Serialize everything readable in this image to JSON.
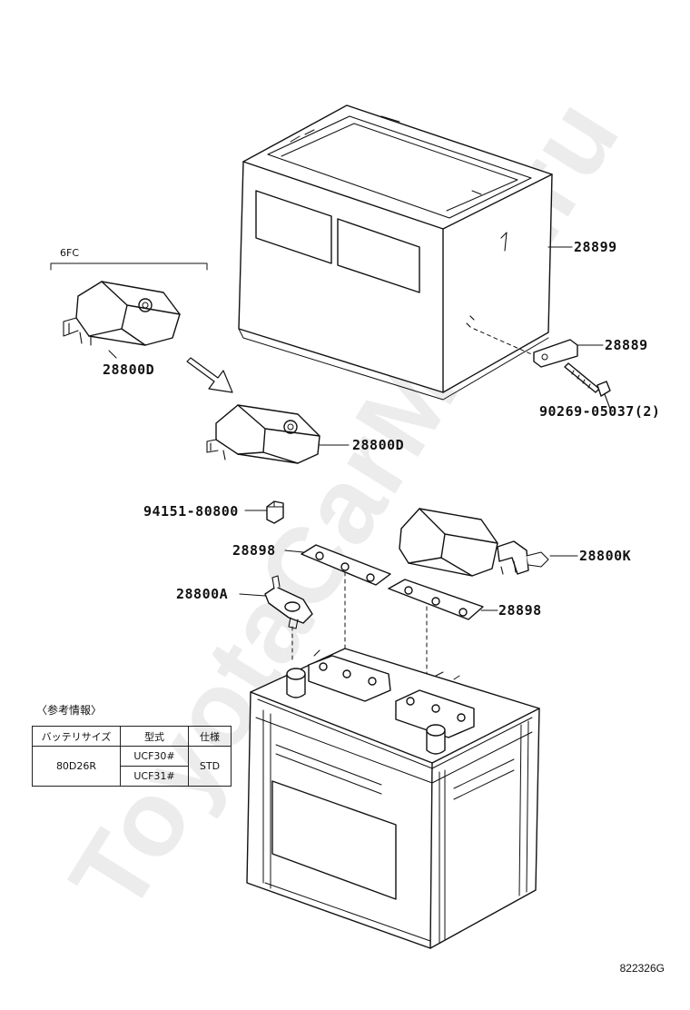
{
  "watermark": "ToyotaCarMine.ru",
  "labels": {
    "variant": "6FC",
    "box": "28899",
    "bracket": "28889",
    "bolt": "90269-05037(2)",
    "cover_d_top": "28800D",
    "cover_d_mid": "28800D",
    "nut": "94151-80800",
    "plate_left": "28898",
    "plate_right": "28898",
    "terminal": "28800A",
    "cover_k": "28800K"
  },
  "reference": {
    "title": "〈参考情報〉",
    "headers": [
      "バッテリサイズ",
      "型式",
      "仕様"
    ],
    "battery_size": "80D26R",
    "models": [
      "UCF30#",
      "UCF31#"
    ],
    "spec": "STD"
  },
  "diagram_code": "822326G"
}
